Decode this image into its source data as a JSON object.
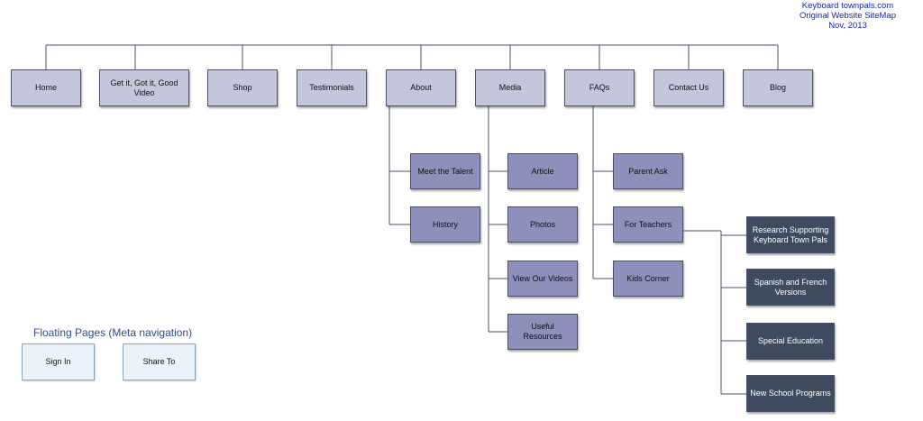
{
  "header": {
    "line1": "Keyboard townpals.com",
    "line2": "Original Website SiteMap",
    "line3": "Nov, 2013"
  },
  "top_nav": [
    "Home",
    "Get it, Got it, Good Video",
    "Shop",
    "Testimonials",
    "About",
    "Media",
    "FAQs",
    "Contact Us",
    "Blog"
  ],
  "about_children": [
    "Meet the Talent",
    "History"
  ],
  "media_children": [
    "Article",
    "Photos",
    "View Our Videos",
    "Useful Resources"
  ],
  "faqs_children": [
    "Parent Ask",
    "For Teachers",
    "Kids Corner"
  ],
  "teachers_children": [
    "Research Supporting Keyboard Town Pals",
    "Spanish and French Versions",
    "Special Education",
    "New School Programs"
  ],
  "floating": {
    "title": "Floating Pages (Meta navigation)",
    "items": [
      "Sign In",
      "Share To"
    ]
  },
  "colors": {
    "top_fill": "#c4c6dc",
    "level2_fill": "#8d90ba",
    "level3_fill": "#3e4a5e",
    "meta_fill": "#eaf3f7",
    "header_text": "#1a27a8"
  }
}
